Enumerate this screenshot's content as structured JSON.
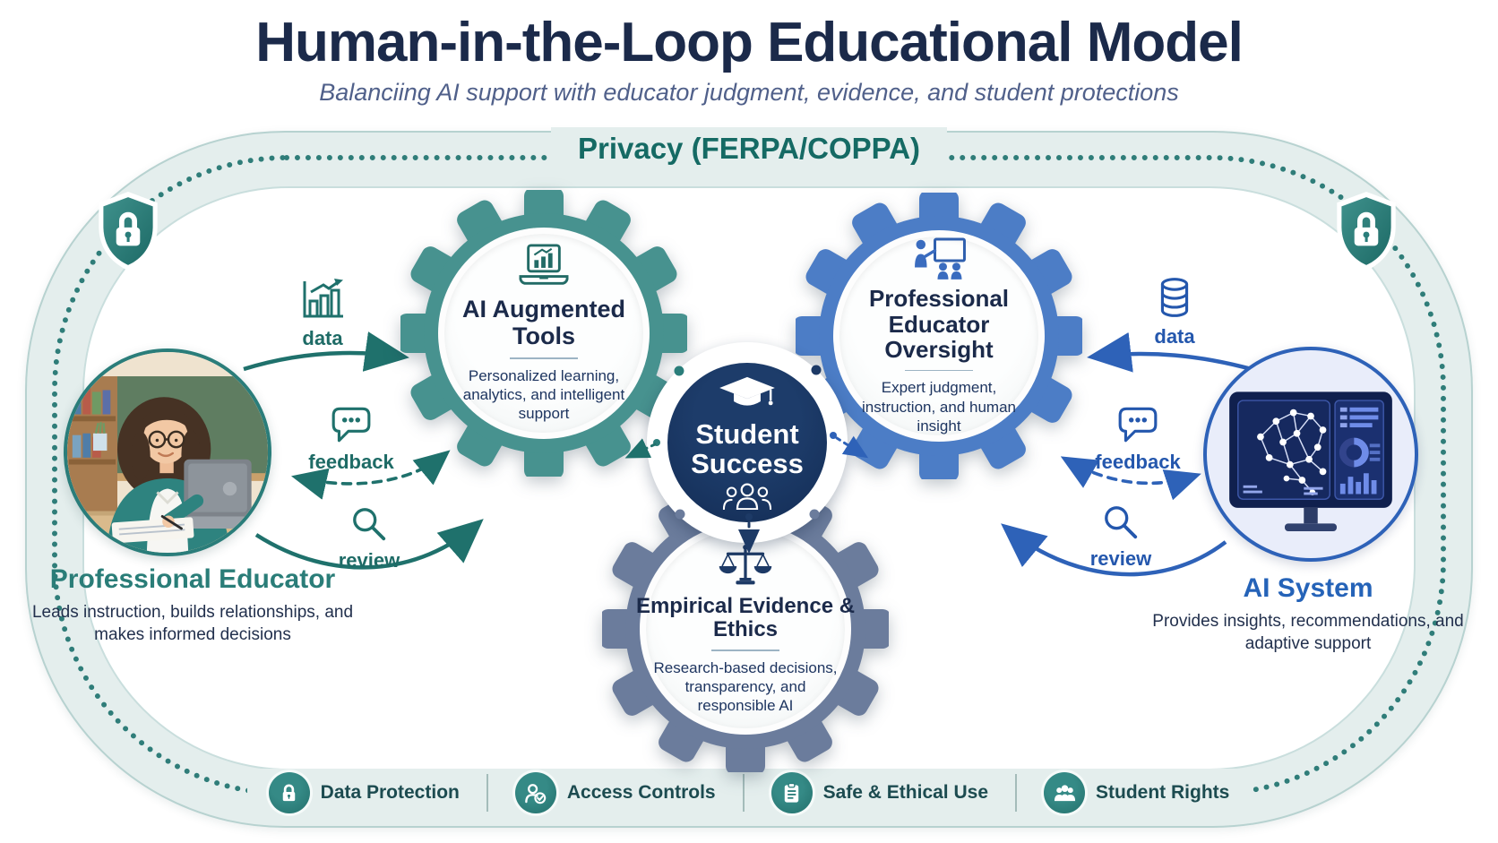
{
  "header": {
    "title": "Human-in-the-Loop Educational Model",
    "subtitle": "Balanciing AI support with educator judgment, evidence, and student protections"
  },
  "privacy_ring": {
    "label": "Privacy (FERPA/COPPA)"
  },
  "educator": {
    "title": "Professional Educator",
    "description": "Leads instruction, builds relationships, and makes informed decisions"
  },
  "ai_system": {
    "title": "AI System",
    "description": "Provides insights, recommendations, and adaptive support"
  },
  "gears": {
    "ai_tools": {
      "title": "AI Augmented Tools",
      "description": "Personalized learning, analytics, and intelligent support",
      "icon": "laptop-chart-icon"
    },
    "oversight": {
      "title": "Professional Educator Oversight",
      "description": "Expert judgment, instruction, and human insight",
      "icon": "presenter-icon"
    },
    "evidence": {
      "title": "Empirical Evidence & Ethics",
      "description": "Research-based decisions, transparency, and responsible AI",
      "icon": "scales-icon"
    }
  },
  "center": {
    "title": "Student Success",
    "icons": [
      "graduation-cap-icon",
      "students-icon"
    ]
  },
  "flows": {
    "left": {
      "data": "data",
      "feedback": "feedback",
      "review": "review",
      "icons": [
        "bar-chart-icon",
        "speech-bubble-icon",
        "magnifier-icon"
      ]
    },
    "right": {
      "data": "data",
      "feedback": "feedback",
      "review": "review",
      "icons": [
        "database-icon",
        "speech-bubble-icon",
        "magnifier-icon"
      ]
    }
  },
  "legend": {
    "items": [
      {
        "icon": "lock-icon",
        "label": "Data Protection"
      },
      {
        "icon": "user-check-icon",
        "label": "Access Controls"
      },
      {
        "icon": "clipboard-icon",
        "label": "Safe & Ethical Use"
      },
      {
        "icon": "people-icon",
        "label": "Student Rights"
      }
    ]
  },
  "colors": {
    "teal_gear": "#47928f",
    "blue_gear": "#4c7dc6",
    "gray_gear": "#6b7c9c",
    "navy": "#1b2a4a",
    "center_navy": "#16335e",
    "teal_accent": "#2a7d7a",
    "blue_accent": "#2e62b8",
    "band": "#e4eeed",
    "privacy_text": "#156a64"
  }
}
